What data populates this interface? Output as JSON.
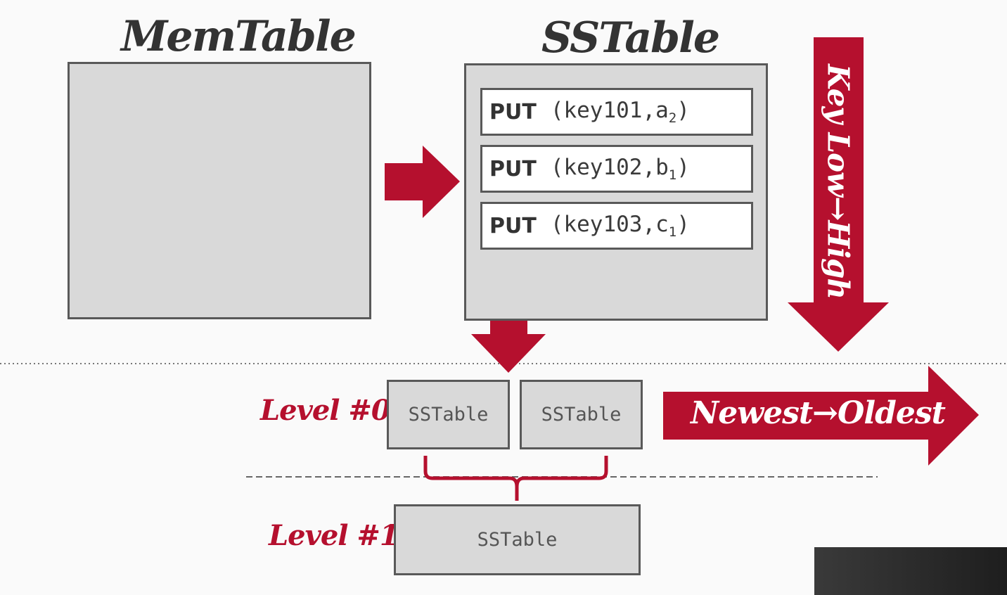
{
  "titles": {
    "memtable": "MemTable",
    "sstable": "SSTable"
  },
  "puts": [
    {
      "op": "PUT",
      "pre": "(key101,a",
      "sub": "2",
      "post": ")"
    },
    {
      "op": "PUT",
      "pre": "(key102,b",
      "sub": "1",
      "post": ")"
    },
    {
      "op": "PUT",
      "pre": "(key103,c",
      "sub": "1",
      "post": ")"
    }
  ],
  "arrows": {
    "key_order": "Key Low→High",
    "age_order": "Newest→Oldest"
  },
  "levels": {
    "level0": {
      "label": "Level #0",
      "tables": [
        "SSTable",
        "SSTable"
      ]
    },
    "level1": {
      "label": "Level #1",
      "tables": [
        "SSTable"
      ]
    }
  },
  "colors": {
    "accent": "#b5102e",
    "box_fill": "#d9d9d9",
    "box_border": "#595959"
  }
}
